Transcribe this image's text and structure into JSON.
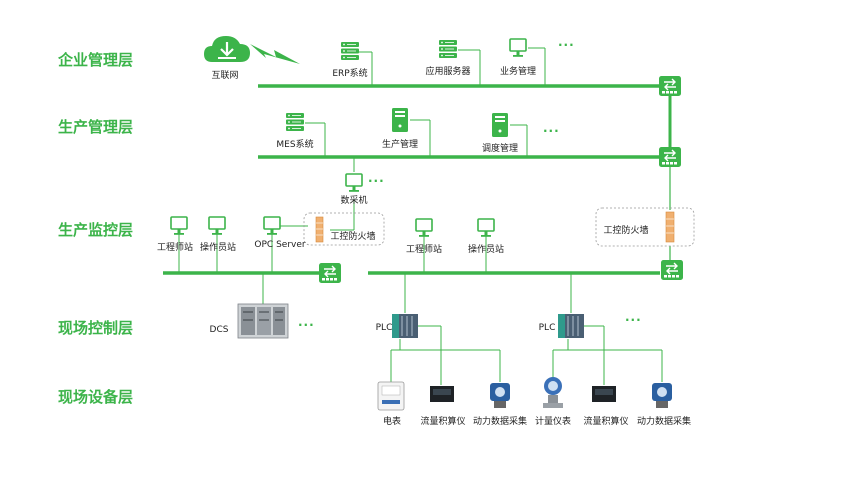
{
  "layers": [
    {
      "label": "企业管理层"
    },
    {
      "label": "生产管理层"
    },
    {
      "label": "生产监控层"
    },
    {
      "label": "现场控制层"
    },
    {
      "label": "现场设备层"
    }
  ],
  "enterprise": {
    "internet": "互联网",
    "erp": "ERP系统",
    "app_server": "应用服务器",
    "business": "业务管理",
    "more": "···"
  },
  "production": {
    "mes": "MES系统",
    "prod_mgmt": "生产管理",
    "dispatch": "调度管理",
    "more": "···"
  },
  "monitor": {
    "collector": "数采机",
    "collector_more": "···",
    "eng_station_1": "工程师站",
    "op_station_1": "操作员站",
    "opc_server": "OPC Server",
    "firewall_1": "工控防火墙",
    "eng_station_2": "工程师站",
    "op_station_2": "操作员站",
    "firewall_2": "工控防火墙"
  },
  "control": {
    "dcs": "DCS",
    "dcs_more": "···",
    "plc_1": "PLC",
    "plc_2": "PLC",
    "plc_more": "···"
  },
  "devices": {
    "meter": "电表",
    "flow_1": "流量积算仪",
    "power_1": "动力数据采集",
    "measure": "计量仪表",
    "flow_2": "流量积算仪",
    "power_2": "动力数据采集"
  },
  "colors": {
    "accent": "#3cb44a",
    "line": "#3cb44a",
    "firewall": "#f0b070"
  }
}
